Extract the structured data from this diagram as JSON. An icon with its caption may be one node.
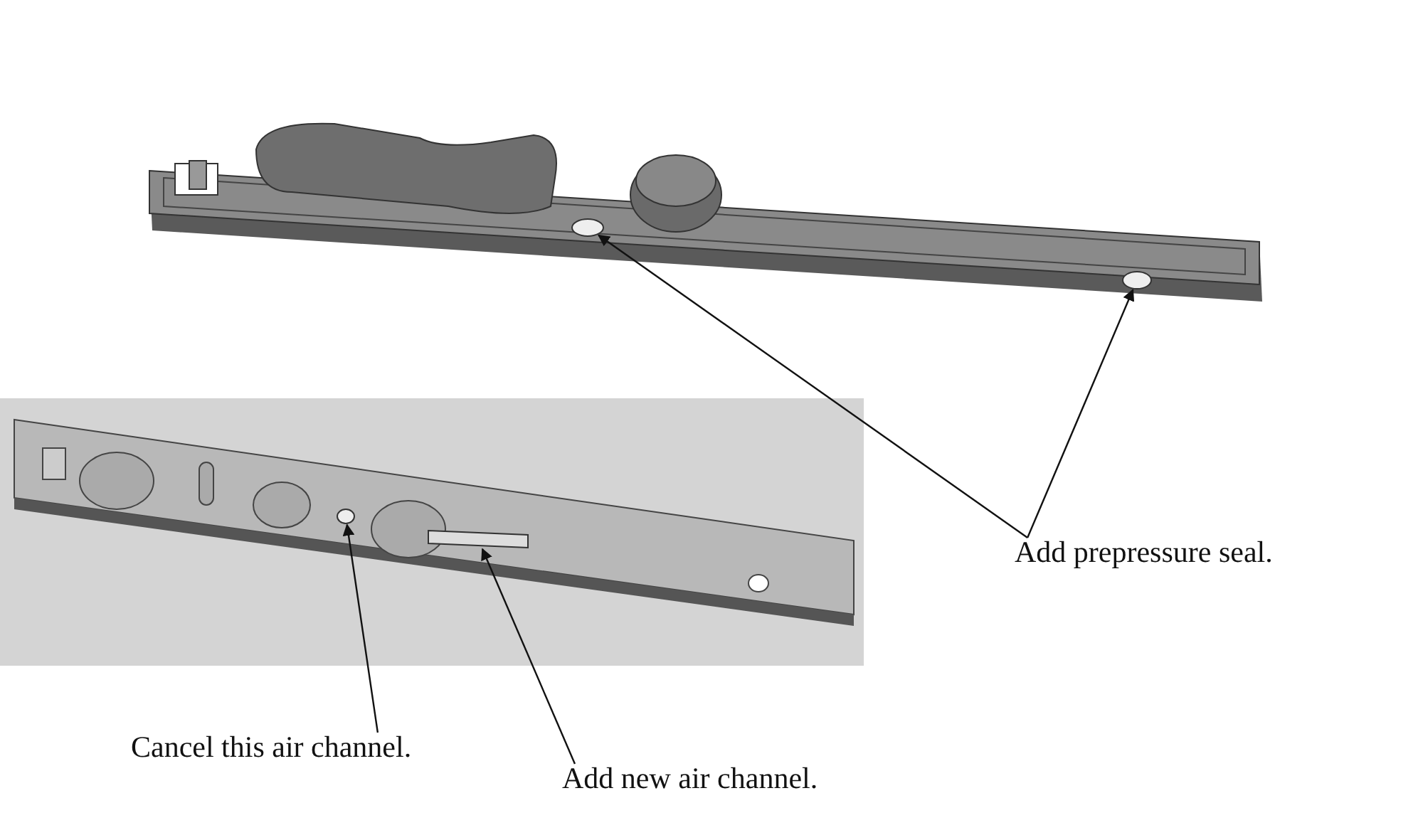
{
  "diagram": {
    "nodes": [
      {
        "text": [],
        "shape": "picture"
      },
      {
        "text": [],
        "shape": "circle",
        "in": 0
      },
      {
        "text": [],
        "shape": "circle",
        "in": 0
      },
      {
        "text": [
          "Add prepressure seal."
        ]
      },
      {
        "text": [],
        "shape": "picture"
      },
      {
        "text": [],
        "shape": "circle",
        "in": 4
      },
      {
        "text": [],
        "shape": "bar",
        "in": 4
      },
      {
        "text": [
          "Cancel this air channel."
        ]
      },
      {
        "text": [
          "Add new air channel."
        ]
      }
    ],
    "edges": [
      {
        "from": 3,
        "to": 1,
        "arrow": "to"
      },
      {
        "from": 3,
        "to": 2,
        "arrow": "to"
      },
      {
        "from": 7,
        "to": 5,
        "arrow": "to"
      },
      {
        "from": 8,
        "to": 6,
        "arrow": "to"
      }
    ]
  }
}
